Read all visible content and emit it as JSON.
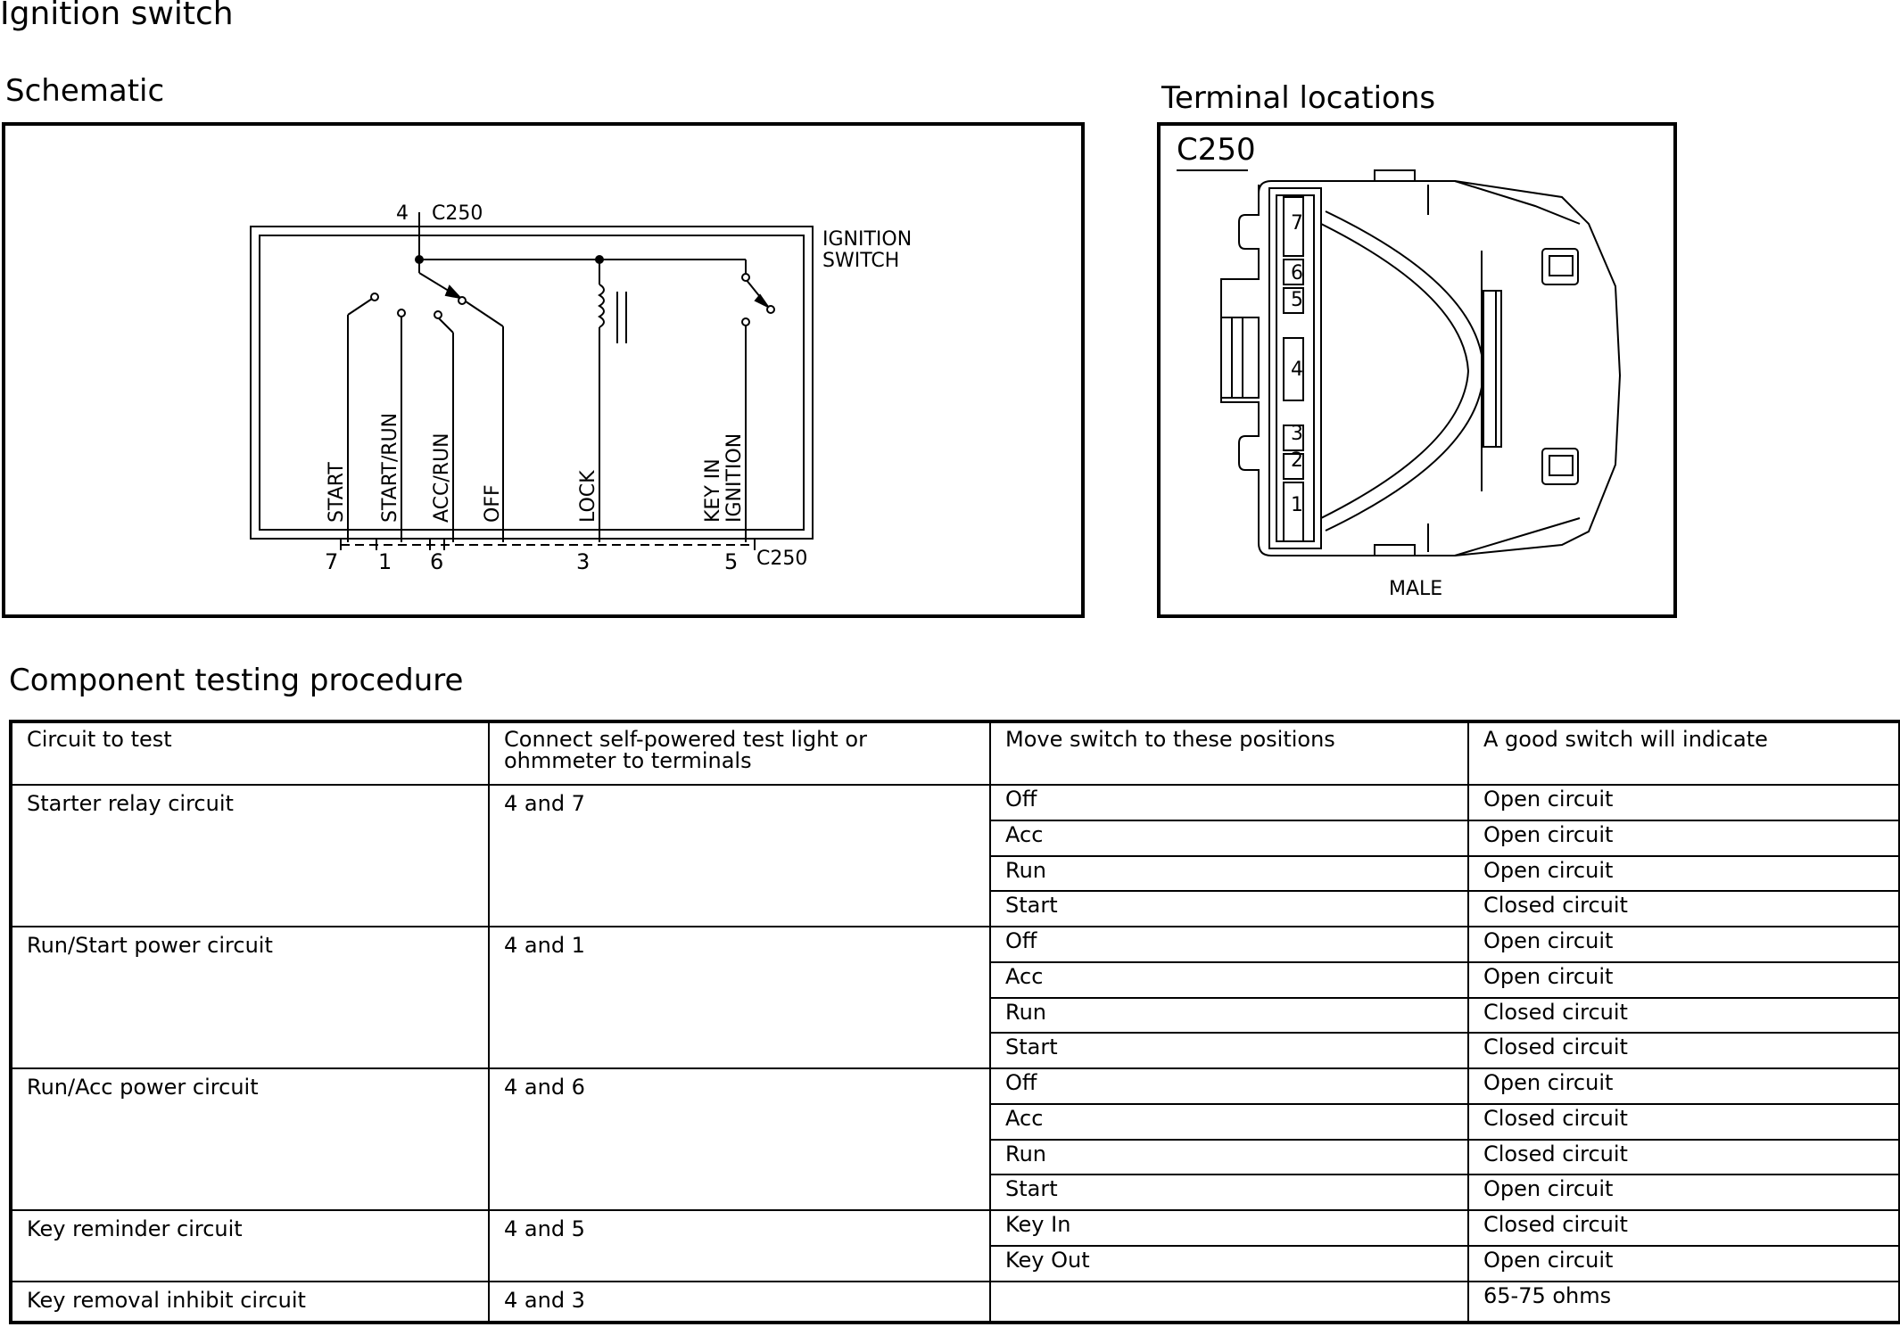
{
  "page_title": "Ignition switch",
  "schematic": {
    "heading": "Schematic",
    "connector_top": "C250",
    "pin_top": "4",
    "switch_label_line1": "IGNITION",
    "switch_label_line2": "SWITCH",
    "positions": [
      "START",
      "START/RUN",
      "ACC/RUN",
      "OFF",
      "LOCK"
    ],
    "key_in_line1": "KEY IN",
    "key_in_line2": "IGNITION",
    "bottom_pins": [
      "7",
      "1",
      "6",
      "3",
      "5"
    ],
    "connector_bottom": "C250"
  },
  "terminal_locations": {
    "heading": "Terminal locations",
    "connector": "C250",
    "pins": [
      "7",
      "6",
      "5",
      "4",
      "3",
      "2",
      "1"
    ],
    "gender": "MALE"
  },
  "procedure": {
    "heading": "Component testing procedure",
    "headers": [
      "Circuit to test",
      "Connect self-powered test light or",
      "ohmmeter to terminals",
      "Move switch to these positions",
      "A good switch will indicate"
    ],
    "groups": [
      {
        "circuit": "Starter relay circuit",
        "terminals": "4 and 7",
        "rows": [
          {
            "position": "Off",
            "result": "Open circuit"
          },
          {
            "position": "Acc",
            "result": "Open circuit"
          },
          {
            "position": "Run",
            "result": "Open circuit"
          },
          {
            "position": "Start",
            "result": "Closed circuit"
          }
        ]
      },
      {
        "circuit": "Run/Start power circuit",
        "terminals": "4 and 1",
        "rows": [
          {
            "position": "Off",
            "result": "Open circuit"
          },
          {
            "position": "Acc",
            "result": "Open circuit"
          },
          {
            "position": "Run",
            "result": "Closed circuit"
          },
          {
            "position": "Start",
            "result": "Closed circuit"
          }
        ]
      },
      {
        "circuit": "Run/Acc power circuit",
        "terminals": "4 and 6",
        "rows": [
          {
            "position": "Off",
            "result": "Open circuit"
          },
          {
            "position": "Acc",
            "result": "Closed circuit"
          },
          {
            "position": "Run",
            "result": "Closed circuit"
          },
          {
            "position": "Start",
            "result": "Open circuit"
          }
        ]
      },
      {
        "circuit": "Key reminder circuit",
        "terminals": "4 and 5",
        "rows": [
          {
            "position": "Key In",
            "result": "Closed circuit"
          },
          {
            "position": "Key Out",
            "result": "Open circuit"
          }
        ]
      },
      {
        "circuit": "Key removal inhibit circuit",
        "terminals": "4 and 3",
        "rows": [
          {
            "position": "",
            "result": "65-75 ohms"
          }
        ]
      }
    ]
  }
}
